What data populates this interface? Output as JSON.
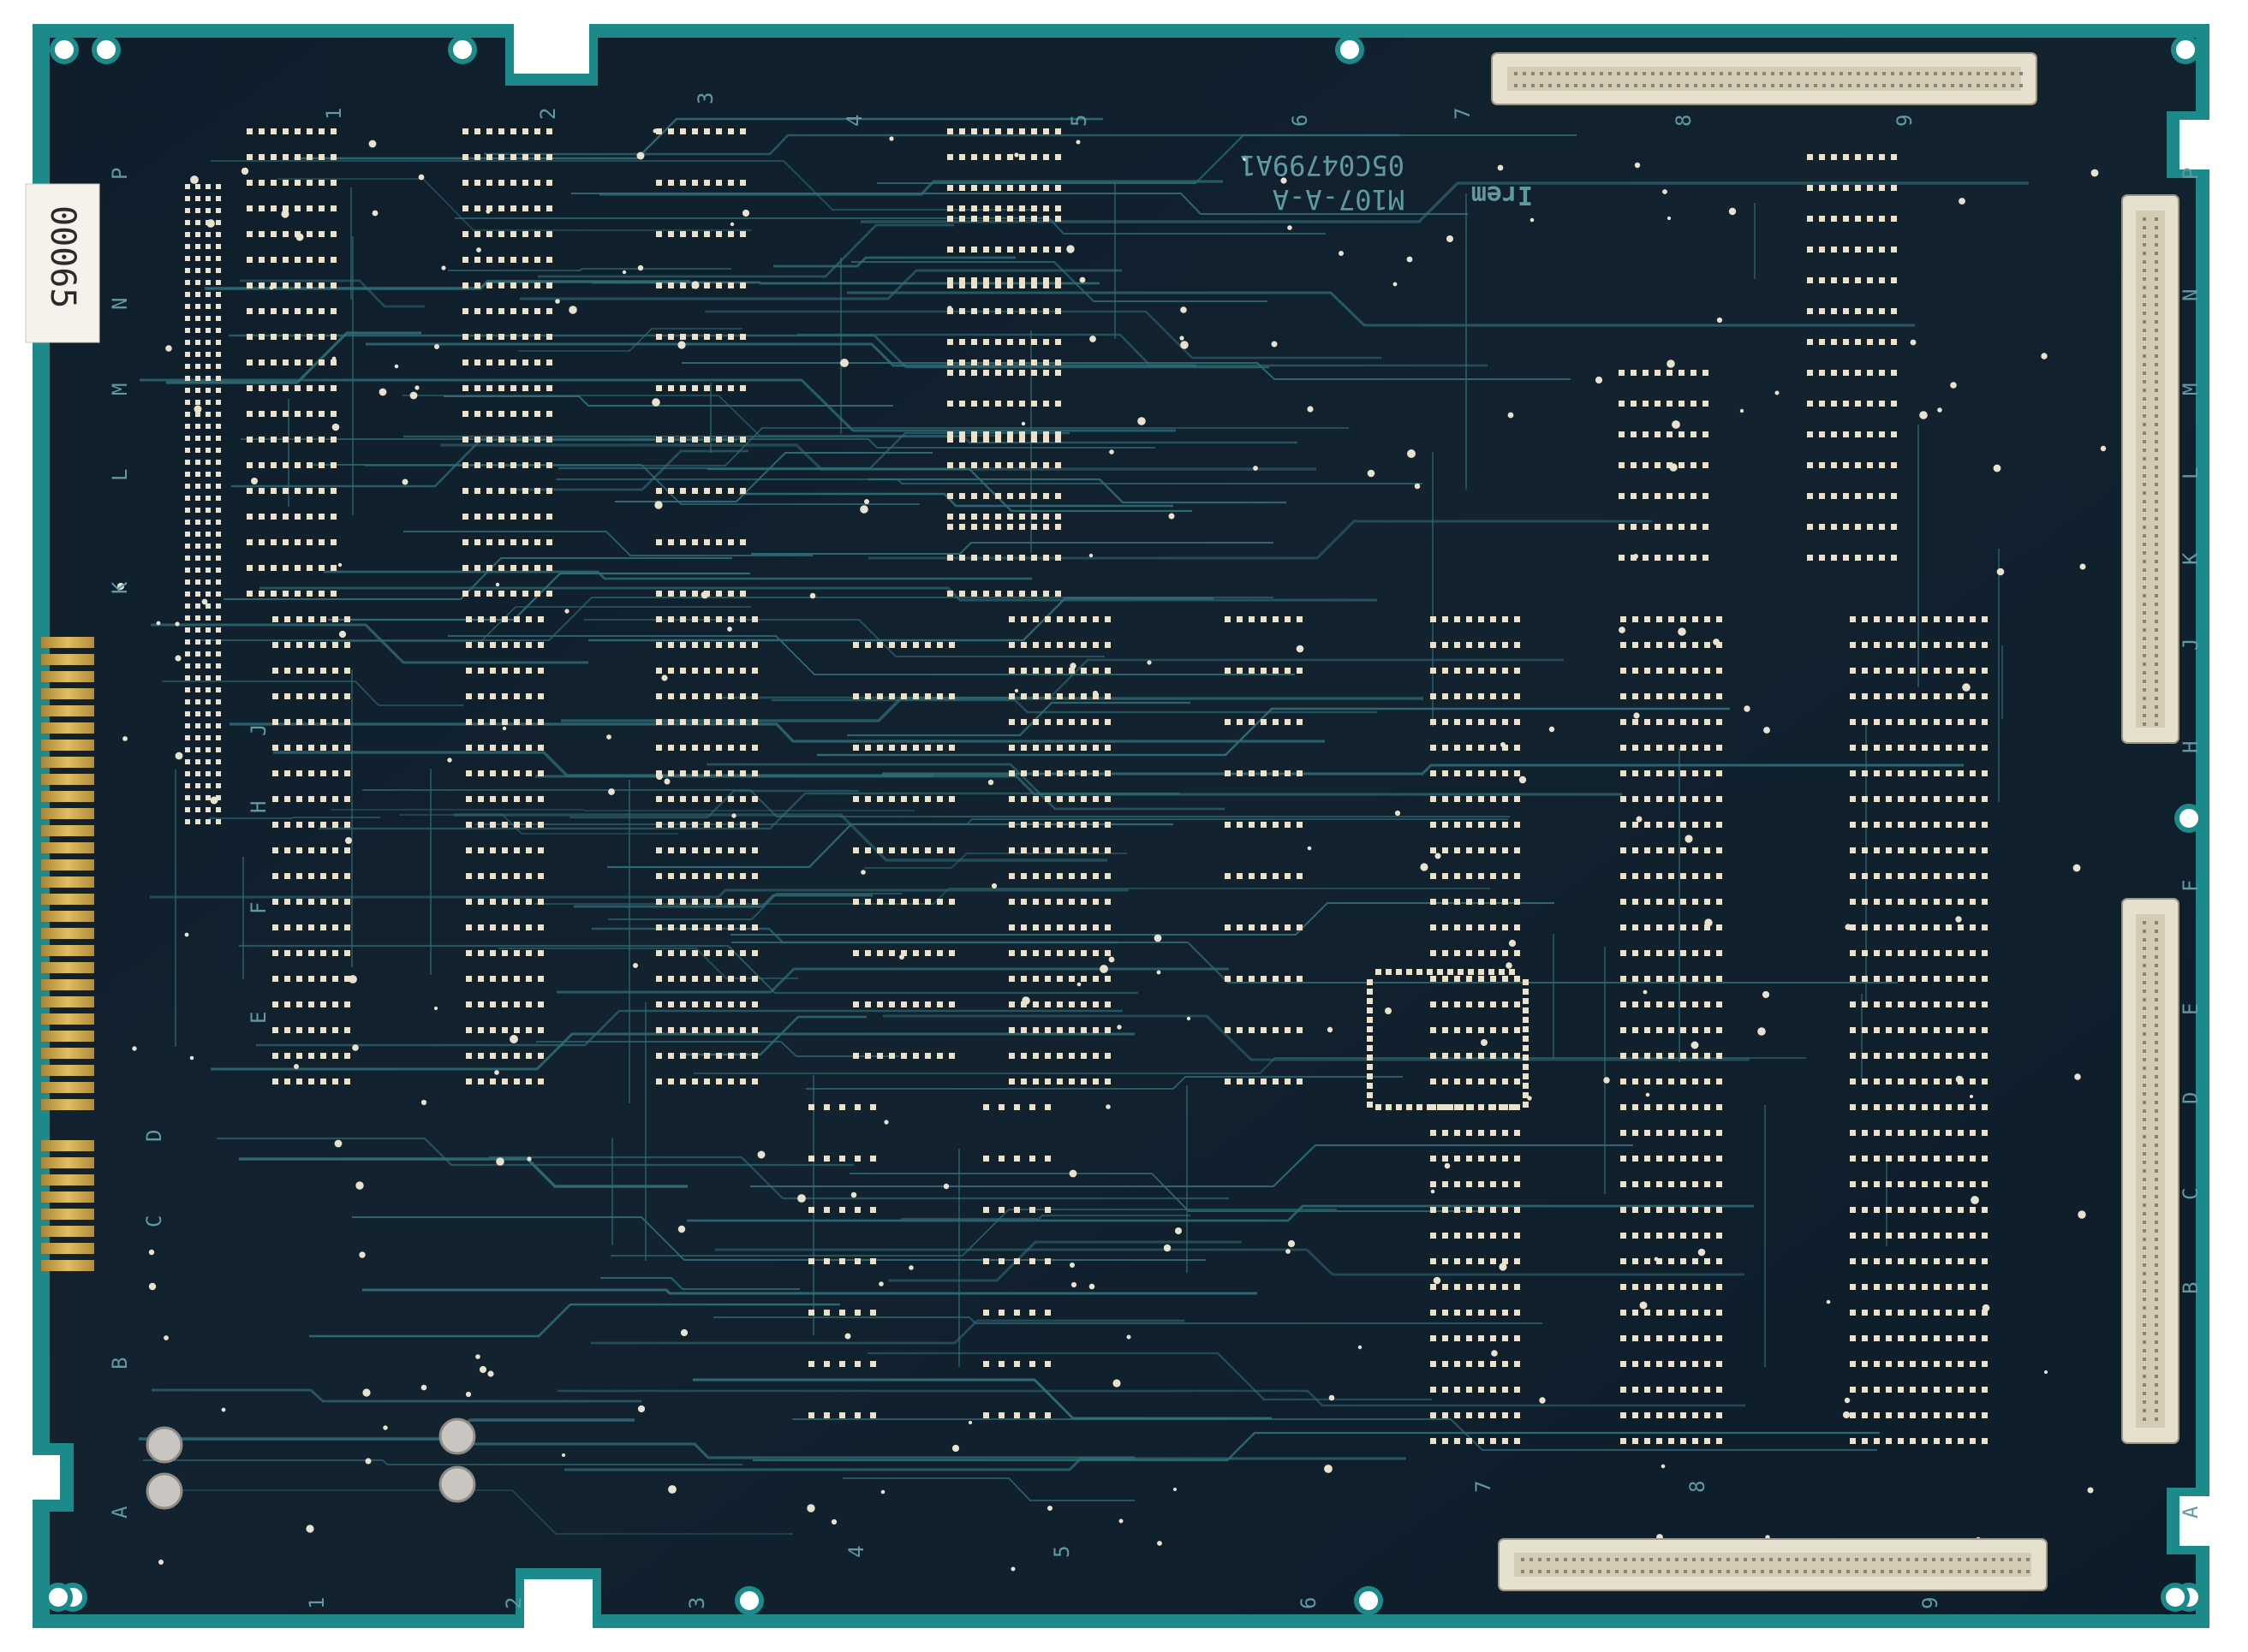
{
  "board": {
    "model_label": "M107-A-A",
    "part_number": "05C04799A1",
    "maker_logo": "Irem",
    "serial_sticker": "00065"
  },
  "silkscreen": {
    "top_columns": [
      "1",
      "2",
      "3",
      "4",
      "5",
      "6",
      "7",
      "8",
      "9"
    ],
    "bottom_columns": [
      "1",
      "2",
      "3",
      "4",
      "5",
      "6",
      "7",
      "8",
      "9"
    ],
    "left_rows": [
      "P",
      "N",
      "M",
      "L",
      "K",
      "J",
      "H",
      "F",
      "E",
      "D",
      "C",
      "B",
      "A"
    ],
    "right_rows": [
      "P",
      "N",
      "M",
      "L",
      "K",
      "J",
      "H",
      "F",
      "E",
      "D",
      "C",
      "B",
      "A"
    ]
  },
  "colors": {
    "board_mask": "#0f1f2c",
    "board_edge": "#1c8a8a",
    "trace": "#2f6e78",
    "pad": "#e9e2cf",
    "gold_finger": "#c9a448",
    "connector": "#e6e0cf",
    "silkscreen": "#5f9aa2"
  }
}
